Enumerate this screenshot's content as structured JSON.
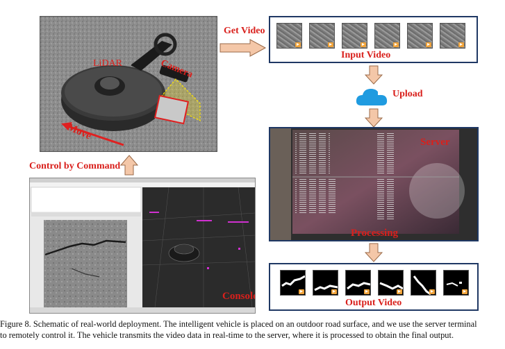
{
  "figure": {
    "robot_photo": {
      "labels": {
        "lidar": "LiDAR",
        "camera": "Camera",
        "move": "Move"
      }
    },
    "arrows": {
      "get_video": "Get Video",
      "upload": "Upload",
      "control_by_command": "Control by Command"
    },
    "input_video": {
      "label": "Input Video",
      "thumbnail_count": 6
    },
    "server": {
      "label": "Server",
      "processing_label": "Processing"
    },
    "output_video": {
      "label": "Output Video",
      "thumbnail_count": 6
    },
    "console": {
      "label": "Console"
    },
    "colors": {
      "label_red": "#d9201c",
      "panel_border": "#1f3864",
      "arrow_fill": "#f4c7a8",
      "arrow_stroke": "#9a6a48",
      "cloud_blue": "#1f9be0"
    }
  },
  "caption": {
    "line1": "Figure 8. Schematic of real-world deployment. The intelligent vehicle is placed on an outdoor road surface, and we use the server terminal",
    "line2": "to remotely control it. The vehicle transmits the video data in real-time to the server, where it is processed to obtain the final output."
  }
}
